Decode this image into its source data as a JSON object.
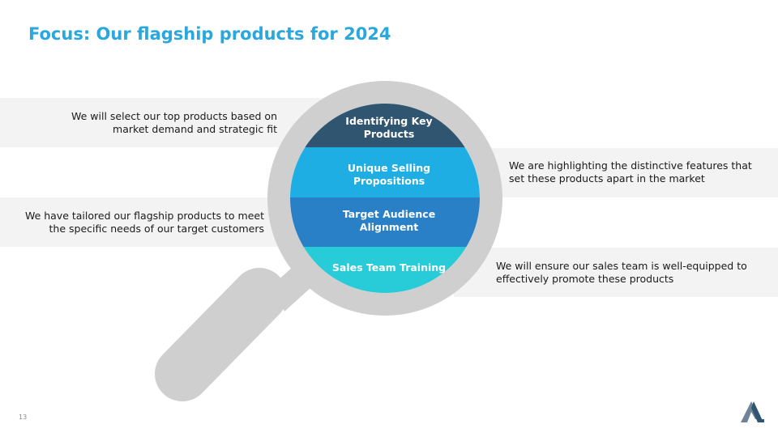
{
  "title": "Focus: Our flagship products for 2024",
  "segments": [
    {
      "label": "Identifying Key Products",
      "color": "#2f5570"
    },
    {
      "label": "Unique Selling Propositions",
      "color": "#1eaee4"
    },
    {
      "label": "Target Audience Alignment",
      "color": "#2a80c6"
    },
    {
      "label": "Sales Team Training",
      "color": "#28ccd8"
    }
  ],
  "descriptions": [
    "We will select our top products based on market demand and strategic fit",
    "We are highlighting the distinctive features that set these products apart in the market",
    "We have tailored our flagship products to meet the specific needs of our target customers",
    "We will ensure our sales team is well-equipped to effectively promote these products"
  ],
  "slide_number": "13",
  "colors": {
    "title": "#2aa7dc",
    "band": "#f3f3f3",
    "magnifier": "#cfcfcf"
  }
}
